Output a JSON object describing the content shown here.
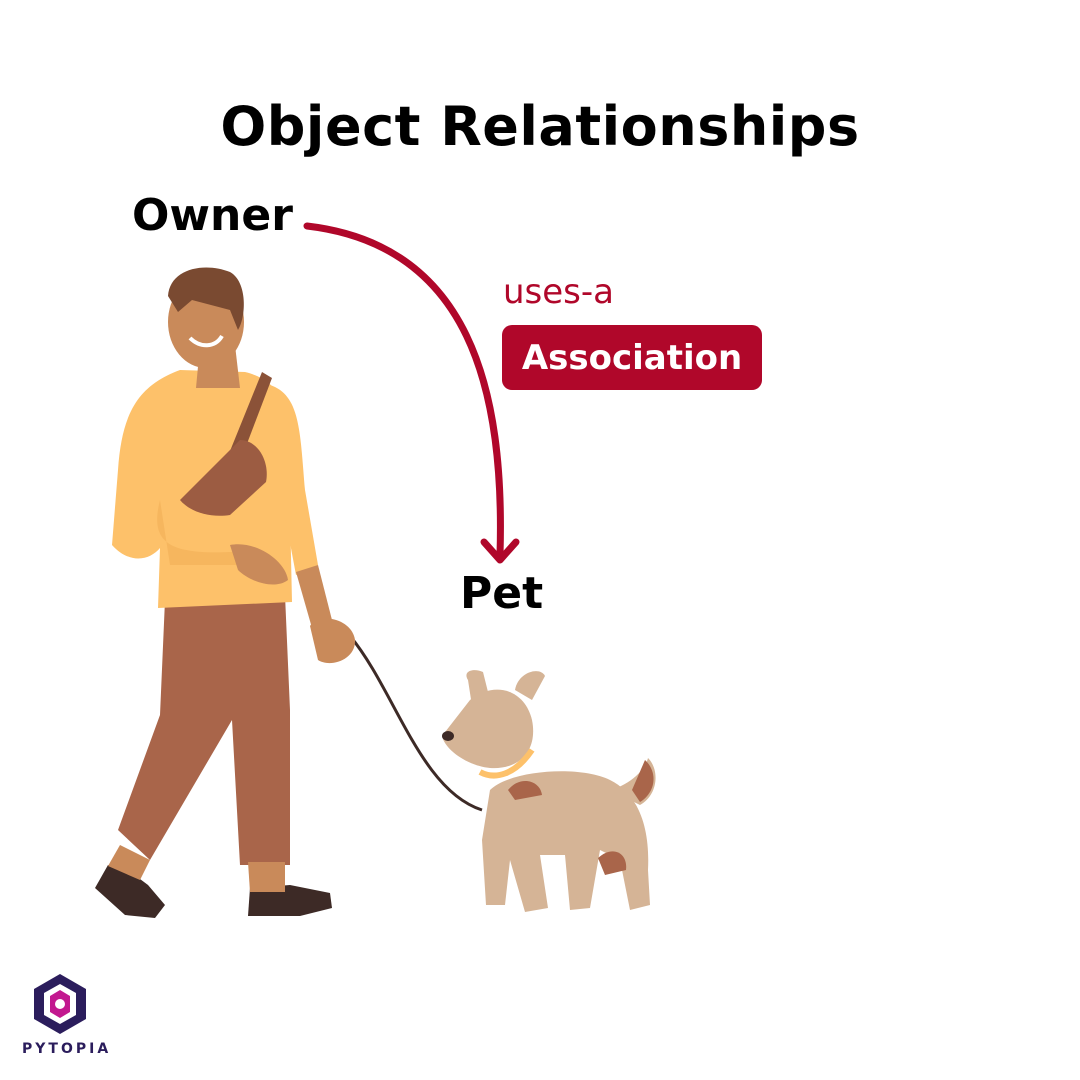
{
  "title": "Object Relationships",
  "labels": {
    "owner": "Owner",
    "pet": "Pet",
    "relation": "uses-a",
    "type": "Association"
  },
  "brand": {
    "name": "PYTOPIA"
  },
  "colors": {
    "accent": "#b0072a",
    "brand": "#2b1d5c"
  }
}
